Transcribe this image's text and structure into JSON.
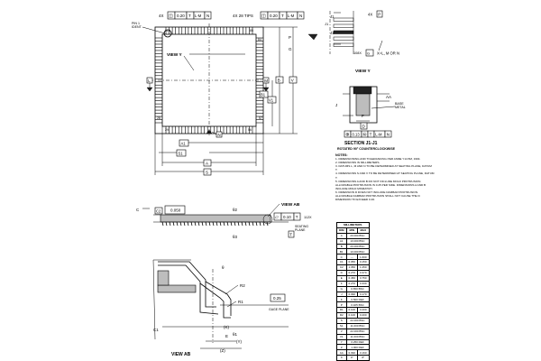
{
  "top_view": {
    "pin1_ident": "PIN 1\nIDENT",
    "pin_numbers": {
      "tl": "112",
      "tr": "85",
      "tr2": "84",
      "bl": "28",
      "bl2": "29",
      "br": "56",
      "br2": "57"
    },
    "tol_frame_left": "4X",
    "tol_frame_mid": [
      "0.20",
      "T",
      "L-M",
      "N"
    ],
    "tips_label": "4X 28 TIPS",
    "tol_frame_right": [
      "0.20",
      "T",
      "L-M",
      "N"
    ],
    "view_y": "VIEW Y",
    "labels": {
      "L": "L",
      "M": "M",
      "N": "N",
      "B": "B",
      "V": "V",
      "V1": "V1",
      "B1": "B1",
      "A1": "A1",
      "S1": "S1",
      "A": "A",
      "S": "S",
      "P": "P",
      "G": "G"
    }
  },
  "view_y": {
    "title": "VIEW Y",
    "labels": {
      "J1": "J1",
      "J1b": "J1",
      "P": "P",
      "frame": "4X",
      "count": "108X",
      "G": "G",
      "datum": "X=L, M OR N"
    }
  },
  "section": {
    "title": "SECTION J1-J1",
    "subtitle": "ROTATED 90° COUNTERCLOCKWISE",
    "labels": {
      "AA": "AA",
      "J": "J",
      "F": "F",
      "D": "D",
      "base_metal": "BASE\nMETAL"
    },
    "frame": [
      "⊕",
      "0.13",
      "Ⓜ",
      "T",
      "L-M",
      "N"
    ]
  },
  "notes": {
    "title": "NOTES:",
    "items": [
      "1. DIMENSIONING AND TOLERANCING PER ASME Y14.5M, 1994.",
      "2. DIMENSIONS IN MILLIMETERS.",
      "3. DATUMS L, M AND N TO BE DETERMINED AT SEATING PLANE, DATUM T.",
      "4. DIMENSIONS S AND V TO BE DETERMINED AT SEATING PLANE, DATUM T.",
      "5. DIMENSIONS A AND B DO NOT INCLUDE MOLD PROTRUSION. ALLOWABLE PROTRUSION IS 0.25 PER SIDE. DIMENSIONS A AND B INCLUDE MOLD MISMATCH.",
      "6. DIMENSION D DOES NOT INCLUDE DAMBAR PROTRUSION. ALLOWABLE DAMBAR PROTRUSION SHALL NOT CAUSE THE D DIMENSION TO EXCEED 0.46."
    ]
  },
  "side_view": {
    "labels": {
      "C": "C",
      "C2": "C2",
      "theta2": "θ2",
      "theta3": "θ3",
      "frame": "0.050",
      "view_ab": "VIEW AB",
      "count": "112X",
      "seating": "SEATING\nPLANE",
      "T": "T",
      "tol": "0.10"
    }
  },
  "detail_view": {
    "title": "VIEW AB",
    "labels": {
      "theta": "θ",
      "R2": "R2",
      "R1": "R1",
      "C1": "C1",
      "K": "(K)",
      "Y": "(Y)",
      "Z": "(Z)",
      "E": "E",
      "theta1": "θ1",
      "gage": "GAGE PLANE",
      "gage_val": "0.25"
    }
  },
  "dim_table": {
    "title": "MILLIMETERS",
    "headers": [
      "DIM",
      "MIN",
      "MAX"
    ],
    "rows": [
      [
        "A",
        "20.000 BSC",
        ""
      ],
      [
        "A1",
        "10.000 BSC",
        ""
      ],
      [
        "B",
        "20.000 BSC",
        ""
      ],
      [
        "B1",
        "10.000 BSC",
        ""
      ],
      [
        "C",
        "---",
        "1.600"
      ],
      [
        "C1",
        "0.050",
        "0.150"
      ],
      [
        "C2",
        "1.350",
        "1.450"
      ],
      [
        "D",
        "0.270",
        "0.370"
      ],
      [
        "E",
        "0.450",
        "0.750"
      ],
      [
        "F",
        "0.270",
        "0.330"
      ],
      [
        "G",
        "0.650 BSC",
        ""
      ],
      [
        "J",
        "0.090",
        "0.170"
      ],
      [
        "K",
        "0.500 REF",
        ""
      ],
      [
        "P",
        "0.325 BSC",
        ""
      ],
      [
        "R1",
        "0.100",
        "0.200"
      ],
      [
        "R2",
        "0.100",
        "0.200"
      ],
      [
        "S",
        "22.000 BSC",
        ""
      ],
      [
        "S1",
        "11.000 BSC",
        ""
      ],
      [
        "V",
        "22.000 BSC",
        ""
      ],
      [
        "V1",
        "11.000 BSC",
        ""
      ],
      [
        "Y",
        "0.250 REF",
        ""
      ],
      [
        "Z",
        "1.000 REF",
        ""
      ],
      [
        "AA",
        "0.090",
        "0.160"
      ],
      [
        "θ",
        "0°",
        "8°"
      ],
      [
        "θ1",
        "3°",
        "7°"
      ],
      [
        "θ2",
        "11°",
        "13°"
      ]
    ]
  }
}
